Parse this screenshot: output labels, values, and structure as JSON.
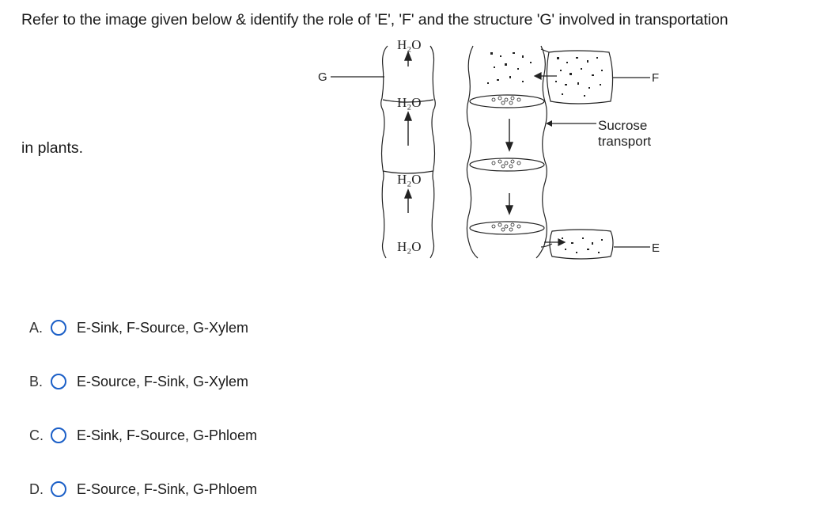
{
  "question": {
    "text": "Refer to the image given below & identify the role of 'E', 'F' and the structure 'G' involved in transportation",
    "tail": "in plants."
  },
  "diagram": {
    "water_label": "H₂O",
    "label_g": "G",
    "label_f": "F",
    "label_e": "E",
    "sucrose_line1": "Sucrose",
    "sucrose_line2": "transport"
  },
  "options": [
    {
      "letter": "A.",
      "text": "E-Sink, F-Source, G-Xylem"
    },
    {
      "letter": "B.",
      "text": "E-Source, F-Sink, G-Xylem"
    },
    {
      "letter": "C.",
      "text": "E-Sink, F-Source, G-Phloem"
    },
    {
      "letter": "D.",
      "text": "E-Source, F-Sink, G-Phloem"
    }
  ],
  "colors": {
    "radio_border": "#1b5fc7",
    "text": "#1a1a1a"
  }
}
